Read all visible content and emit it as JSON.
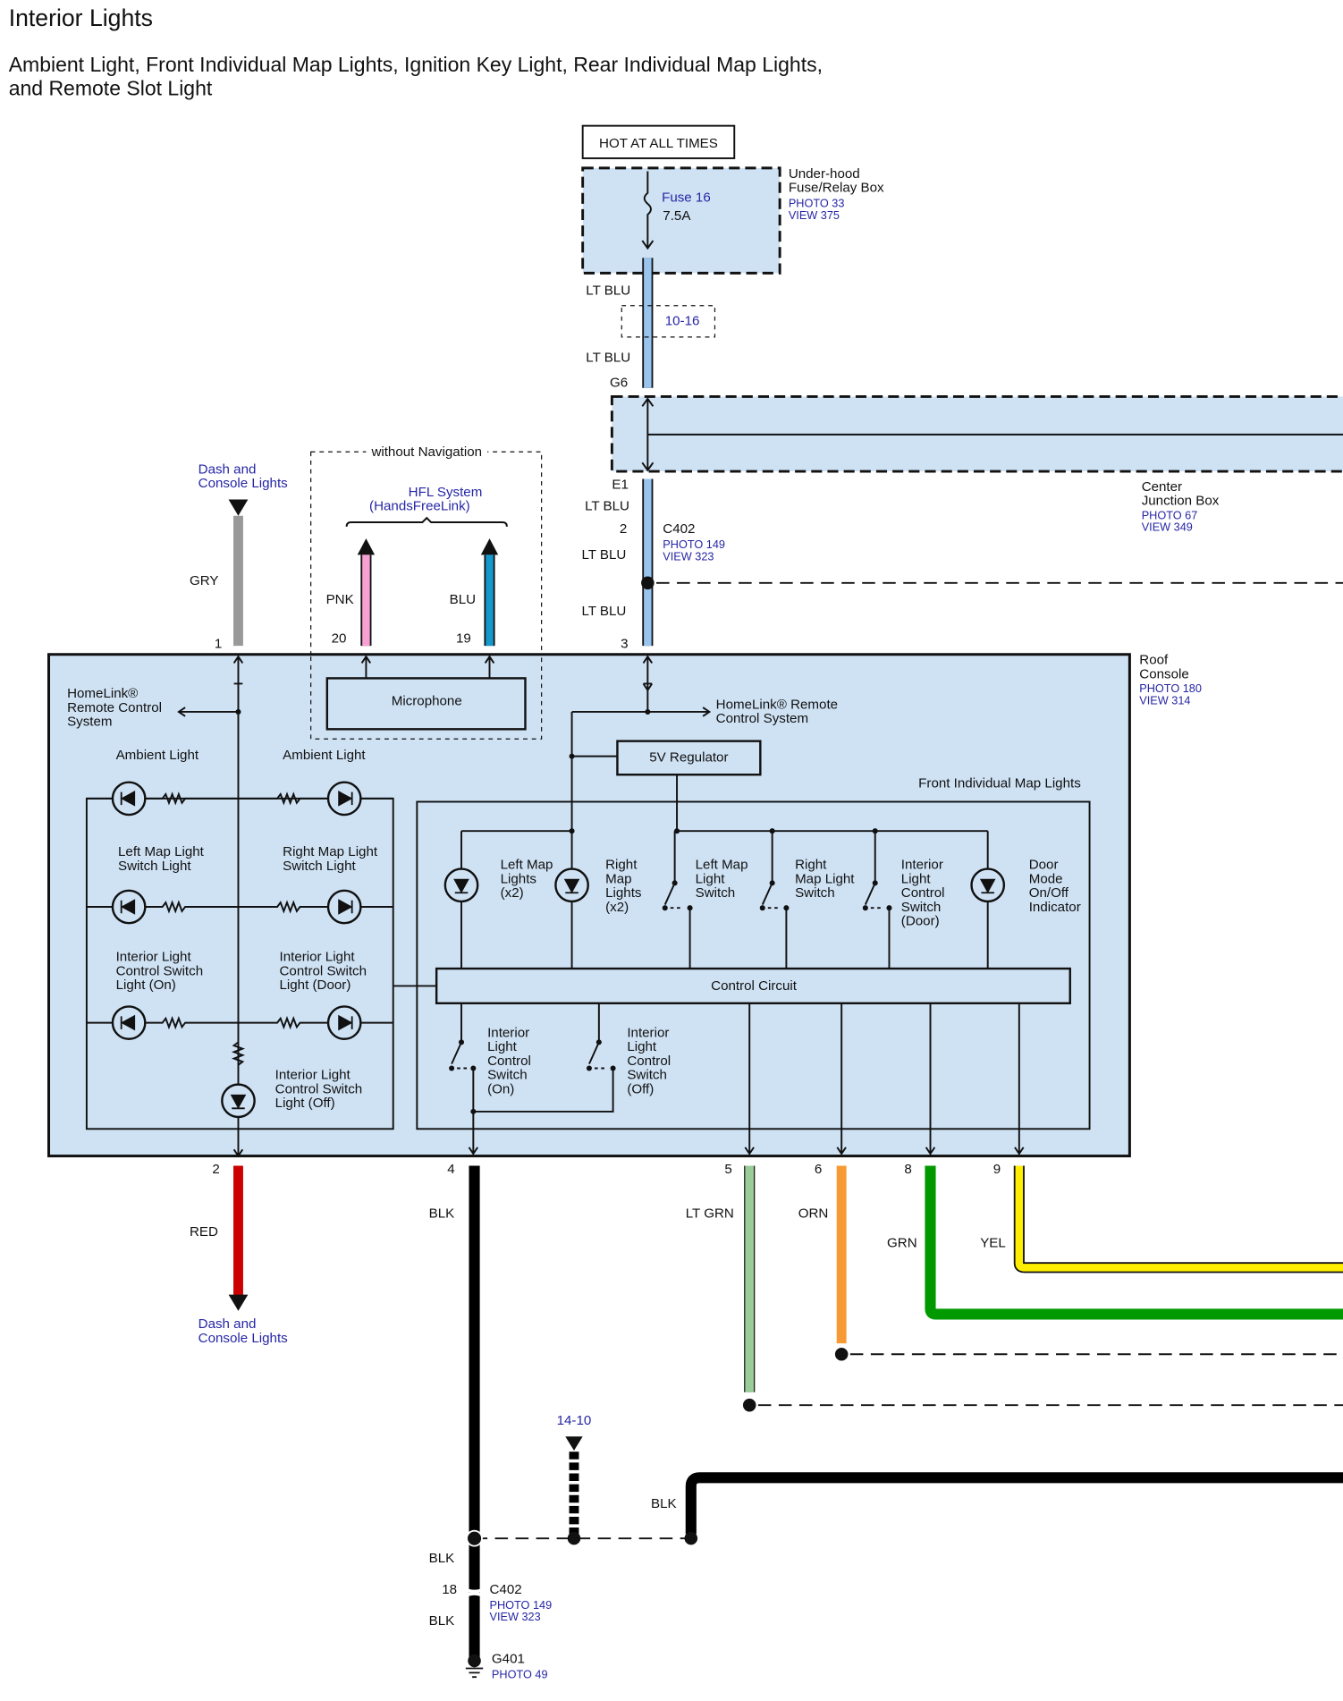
{
  "title": "Interior Lights",
  "subtitle": [
    "Ambient Light, Front Individual Map Lights, Ignition Key Light, Rear Individual Map Lights,",
    "and Remote Slot Light"
  ],
  "power": {
    "label": "HOT AT ALL TIMES"
  },
  "fuse_box": {
    "name": [
      "Under-hood",
      "Fuse/Relay Box"
    ],
    "photo": "PHOTO 33",
    "view": "VIEW 375",
    "fuse": "Fuse 16",
    "rating": "7.5A"
  },
  "splice_ref": "10-16",
  "junction_box": {
    "name": [
      "Center",
      "Junction Box"
    ],
    "photo": "PHOTO 67",
    "view": "VIEW 349",
    "conn_in": "G6",
    "conn_out": "E1"
  },
  "c402_top": {
    "pin": "2",
    "name": "C402",
    "photo": "PHOTO 149",
    "view": "VIEW 323"
  },
  "roof_console": {
    "name": [
      "Roof",
      "Console"
    ],
    "photo": "PHOTO 180",
    "view": "VIEW 314"
  },
  "without_nav": "without Navigation",
  "hfl": [
    "HFL System",
    "(HandsFreeLink)"
  ],
  "dash_console": [
    "Dash and",
    "Console Lights"
  ],
  "wires": {
    "ltblu": "LT BLU",
    "gry": "GRY",
    "pnk": "PNK",
    "blu": "BLU",
    "red": "RED",
    "blk": "BLK",
    "ltgrn": "LT GRN",
    "orn": "ORN",
    "grn": "GRN",
    "yel": "YEL"
  },
  "wire_colors": {
    "ltblu": "#99c4ee",
    "gry": "#999999",
    "pnk": "#f7a0d2",
    "blu": "#1598cc",
    "red": "#cc0000",
    "blk": "#000000",
    "ltgrn": "#99cc99",
    "orn": "#f79a33",
    "grn": "#009900",
    "yel": "#ffee00"
  },
  "pins_top": {
    "gry": "1",
    "pnk": "20",
    "blu": "19",
    "ltblu": "3"
  },
  "pins_bottom": {
    "red": "2",
    "blk": "4",
    "ltgrn": "5",
    "orn": "6",
    "grn": "8",
    "yel": "9"
  },
  "components": {
    "microphone": "Microphone",
    "homelink_left": [
      "HomeLink®",
      "Remote Control",
      "System"
    ],
    "homelink_right": [
      "HomeLink® Remote",
      "Control System"
    ],
    "regulator": "5V Regulator",
    "front_map": "Front Individual Map Lights",
    "ambient_left": "Ambient Light",
    "ambient_right": "Ambient Light",
    "left_map_sw_light": [
      "Left Map Light",
      "Switch Light"
    ],
    "right_map_sw_light": [
      "Right Map Light",
      "Switch Light"
    ],
    "ilcs_on_light": [
      "Interior Light",
      "Control Switch",
      "Light (On)"
    ],
    "ilcs_door_light": [
      "Interior Light",
      "Control Switch",
      "Light (Door)"
    ],
    "ilcs_off_light": [
      "Interior Light",
      "Control Switch",
      "Light (Off)"
    ],
    "left_map_lights": [
      "Left Map",
      "Lights",
      "(x2)"
    ],
    "right_map_lights": [
      "Right",
      "Map",
      "Lights",
      "(x2)"
    ],
    "left_map_switch": [
      "Left Map",
      "Light",
      "Switch"
    ],
    "right_map_switch": [
      "Right",
      "Map Light",
      "Switch"
    ],
    "ilcs_door": [
      "Interior",
      "Light",
      "Control",
      "Switch",
      "(Door)"
    ],
    "door_mode": [
      "Door",
      "Mode",
      "On/Off",
      "Indicator"
    ],
    "control_circuit": "Control Circuit",
    "ilcs_on": [
      "Interior",
      "Light",
      "Control",
      "Switch",
      "(On)"
    ],
    "ilcs_off": [
      "Interior",
      "Light",
      "Control",
      "Switch",
      "(Off)"
    ]
  },
  "ground_ref": "14-10",
  "c402_bottom": {
    "pin": "18",
    "name": "C402",
    "photo": "PHOTO 149",
    "view": "VIEW 323"
  },
  "ground": {
    "name": "G401",
    "photo": "PHOTO 49"
  }
}
